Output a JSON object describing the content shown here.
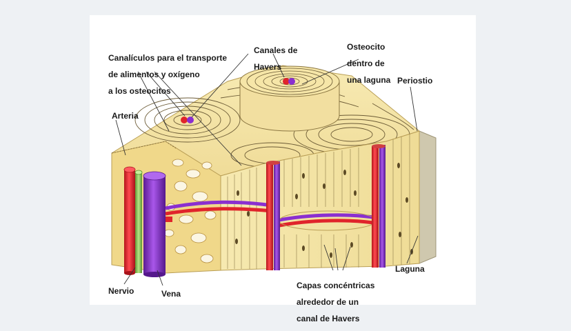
{
  "labels": {
    "canaliculos": [
      "Canalículos para el transporte",
      "de alimentos y oxígeno",
      "a los osteocitos"
    ],
    "canales_havers": [
      "Canales de",
      "Havers"
    ],
    "osteocito": [
      "Osteocito",
      "dentro de",
      "una laguna"
    ],
    "periostio": "Periostio",
    "arteria": "Arteria",
    "nervio": "Nervio",
    "vena": "Vena",
    "capas": [
      "Capas concéntricas",
      "alrededor de un",
      "canal de Havers"
    ],
    "laguna": "Laguna"
  },
  "colors": {
    "bone": "#f3e3a0",
    "bone_dark": "#d9c274",
    "ring_line": "#6b5a35",
    "artery": "#e0242b",
    "vein": "#8a2fd0",
    "nerve": "#8fca5a",
    "periosteum": "#c9c2a8"
  }
}
